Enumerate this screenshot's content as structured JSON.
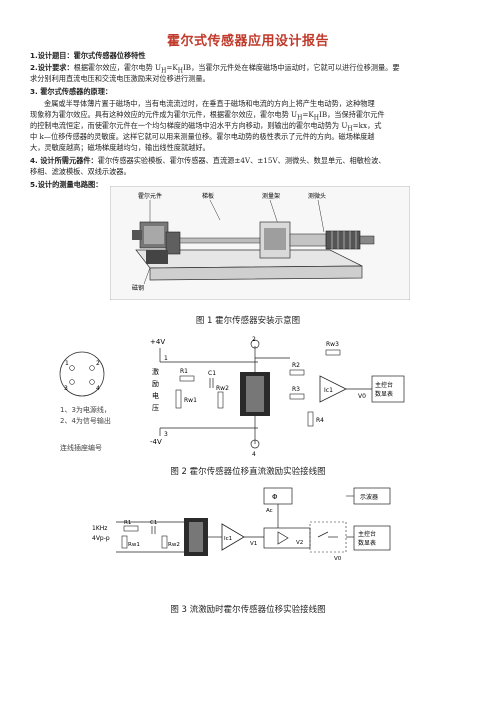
{
  "document": {
    "title": "霍尔式传感器应用设计报告",
    "p1_label": "1.设计题目：",
    "p1_text": "霍尔式传感器位移特性",
    "p2_label": "2.设计要求：",
    "p2_text": "根据霍尔效应，霍尔电势 U",
    "p2_sub1": "H",
    "p2_text_b": "=K",
    "p2_sub2": "H",
    "p2_text_c": "IB，当霍尔元件处在梯度磁场中运动时，它就可以进行位移测量。要",
    "p2_line2": "求分别利用直流电压和交流电压激励来对位移进行测量。",
    "p3_label": "3. 霍尔式传感器的原理：",
    "p3_line1": "金属或半导体薄片置于磁场中，当有电流流过时，在垂直于磁场和电流的方向上将产生电动势，这种物理",
    "p3_line2": "现象称为霍尔效应。具有这种效应的元件成为霍尔元件，根据霍尔效应，霍尔电势 U",
    "p3_line2_sub1": "H",
    "p3_line2_b": "=K",
    "p3_line2_sub2": "H",
    "p3_line2_c": "IB，当保持霍尔元件",
    "p3_line3": "的控制电流恒定，而使霍尔元件在一个均匀梯度的磁场中沿水平方向移动，则输出的霍尔电动势为 U",
    "p3_line3_sub": "H",
    "p3_line3_b": "=kx，式",
    "p3_line4": "中 k—位移传感器的灵敏度。这样它就可以用来测量位移。霍尔电动势的极性表示了元件的方向。磁场梯度越",
    "p3_line5": "大，灵敏度越高；磁场梯度越均匀，输出线性度就越好。",
    "p4_label": "4. 设计所需元器件：",
    "p4_line1": "霍尔传感器实验模板、霍尔传感器、直流源±4V、±15V、测微头、数显单元、相敏检波、",
    "p4_line2": "移相、滤波模板、双线示波器。",
    "p5_label": "5.设计的测量电路图："
  },
  "figure1": {
    "labels": {
      "hall": "霍尔元件",
      "board": "梯板",
      "holder": "测量架",
      "micrometer": "测微头",
      "magnet": "磁钢"
    },
    "caption": "图 1   霍尔传感器安装示意图"
  },
  "figure2": {
    "labels": {
      "plus4v": "+4V",
      "minus4v": "-4V",
      "excite1": "激",
      "excite2": "励",
      "excite3": "电",
      "excite4": "压",
      "r1": "R1",
      "rw1": "Rw1",
      "c1": "C1",
      "rw2": "Rw2",
      "r2": "R2",
      "r3": "R3",
      "r4": "R4",
      "rw3": "Rw3",
      "ic1": "Ic1",
      "v0": "V0",
      "n1": "1",
      "n2": "2",
      "n3": "3",
      "n4": "4",
      "display1": "主控台",
      "display2": "数显表",
      "note1": "1、3为电源线，",
      "note2": "2、4为信号输出",
      "note3": "连线插座编号"
    },
    "caption": "图 2   霍尔传感器位移直流激励实验接线图"
  },
  "figure3": {
    "labels": {
      "freq": "1KHz",
      "vpp": "4Vp-p",
      "r1": "R1",
      "rw1": "Rw1",
      "c1": "C1",
      "rw2": "Rw2",
      "ic1": "Ic1",
      "phi": "Φ",
      "ac": "Ac",
      "v1": "V1",
      "v2": "V2",
      "v0": "V0",
      "scope": "示波器",
      "display1": "主控台",
      "display2": "数显表"
    },
    "caption": "图 3  流激励时霍尔传感器位移实验接线图"
  }
}
